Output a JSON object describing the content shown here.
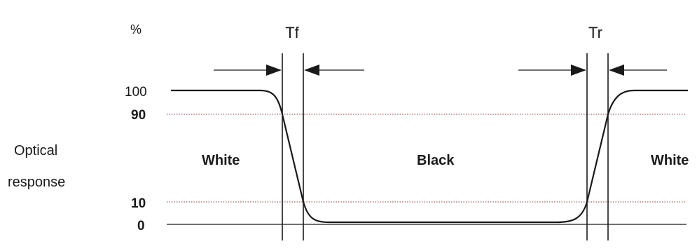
{
  "diagram": {
    "unit_label": "%",
    "y_axis_label_line1": "Optical",
    "y_axis_label_line2": "response",
    "levels": [
      {
        "label": "100",
        "value": 100
      },
      {
        "label": "90",
        "value": 90
      },
      {
        "label": "10",
        "value": 10
      },
      {
        "label": "0",
        "value": 0
      }
    ],
    "fall_time_label": "Tf",
    "rise_time_label": "Tr",
    "state_labels": {
      "left": "White",
      "middle": "Black",
      "right": "White"
    },
    "colors": {
      "curve": "#1a1a1a",
      "dotted_line": "#8b3a3a",
      "axis": "#1a1a1a"
    }
  }
}
